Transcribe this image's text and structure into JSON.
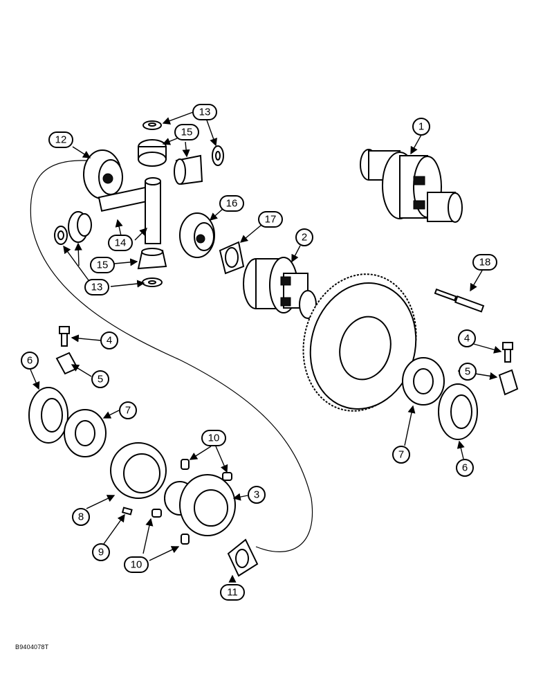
{
  "figure_code": "B9404078T",
  "callouts": [
    "1",
    "2",
    "3",
    "4",
    "4",
    "5",
    "5",
    "6",
    "6",
    "7",
    "7",
    "8",
    "9",
    "10",
    "10",
    "11",
    "12",
    "13",
    "13",
    "14",
    "15",
    "15",
    "16",
    "17",
    "18"
  ]
}
